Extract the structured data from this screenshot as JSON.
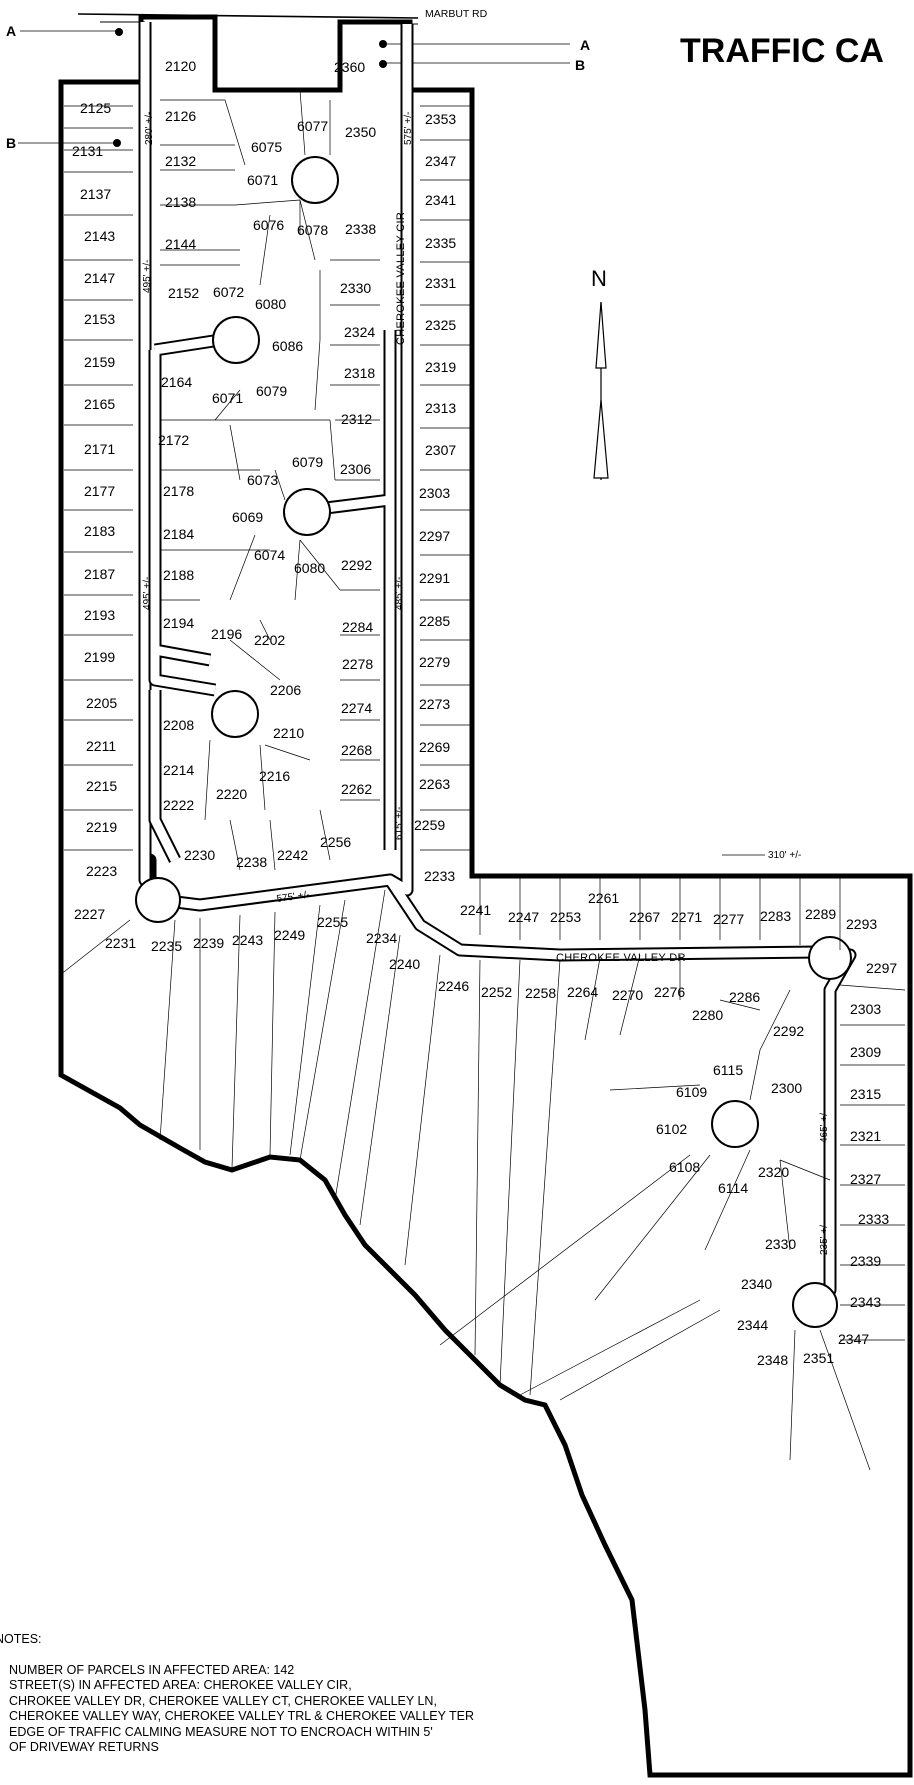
{
  "title": "TRAFFIC CA",
  "road_top": "MARBUT RD",
  "streets": {
    "circle": "CHEROKEE VALLEY CIR",
    "drive": "CHEROKEE VALLEY DR"
  },
  "section_markers": [
    "A",
    "B",
    "A",
    "B"
  ],
  "north_label": "N",
  "dimensions": [
    "280' +/-",
    "575' +/-",
    "495' +/-",
    "495' +/-",
    "485' +/-",
    "615' +/-",
    "575' +/-",
    "310' +/-",
    "465' +/-",
    "235' +/-"
  ],
  "lots": {
    "west_column": [
      "2125",
      "2131",
      "2137",
      "2143",
      "2147",
      "2153",
      "2159",
      "2165",
      "2171",
      "2177",
      "2183",
      "2187",
      "2193",
      "2199",
      "2205",
      "2211",
      "2215",
      "2219",
      "2223",
      "2227"
    ],
    "east_column": [
      "2353",
      "2347",
      "2341",
      "2335",
      "2331",
      "2325",
      "2319",
      "2313",
      "2307",
      "2303",
      "2297",
      "2291",
      "2285",
      "2279",
      "2273",
      "2269",
      "2263",
      "2259",
      "2233"
    ],
    "inner_west": [
      "2120",
      "2126",
      "2132",
      "2138",
      "2144",
      "2152",
      "2164",
      "2172",
      "2178",
      "2184",
      "2188",
      "2194",
      "2196",
      "2202",
      "2206",
      "2208",
      "2210",
      "2214",
      "2216",
      "2220",
      "2222",
      "2230",
      "2238",
      "2242",
      "2256"
    ],
    "inner_cul_de_sacs": [
      "6077",
      "6075",
      "6071",
      "6076",
      "6078",
      "6072",
      "6080",
      "6086",
      "6071",
      "6079",
      "6079",
      "6073",
      "6069",
      "6074",
      "6080"
    ],
    "inner_east": [
      "2360",
      "2350",
      "2338",
      "2330",
      "2324",
      "2318",
      "2312",
      "2306",
      "2292",
      "2284",
      "2278",
      "2274",
      "2268",
      "2262"
    ],
    "south_row": [
      "2231",
      "2235",
      "2239",
      "2243",
      "2249",
      "2255",
      "2234",
      "2240",
      "2246",
      "2252",
      "2258",
      "2264",
      "2270",
      "2276",
      "2286",
      "2280",
      "2292",
      "6115",
      "2300",
      "6109",
      "6102",
      "6108",
      "6114",
      "2320",
      "2330",
      "2340",
      "2344",
      "2348",
      "2351"
    ],
    "north_row": [
      "2241",
      "2247",
      "2253",
      "2261",
      "2267",
      "2271",
      "2277",
      "2283",
      "2289",
      "2293",
      "2297",
      "2303",
      "2309",
      "2315",
      "2321",
      "2327",
      "2333",
      "2339",
      "2343",
      "2347"
    ]
  },
  "notes": {
    "header": "NOTES:",
    "lines": [
      "NUMBER OF PARCELS IN AFFECTED AREA:  142",
      "STREET(S) IN AFFECTED AREA:  CHEROKEE VALLEY CIR,",
      "CHROKEE VALLEY DR, CHEROKEE VALLEY CT, CHEROKEE VALLEY LN,",
      "CHEROKEE VALLEY WAY, CHEROKEE VALLEY TRL & CHEROKEE VALLEY TER",
      "EDGE OF TRAFFIC CALMING MEASURE NOT TO ENCROACH WITHIN 5'",
      "OF DRIVEWAY RETURNS"
    ]
  }
}
